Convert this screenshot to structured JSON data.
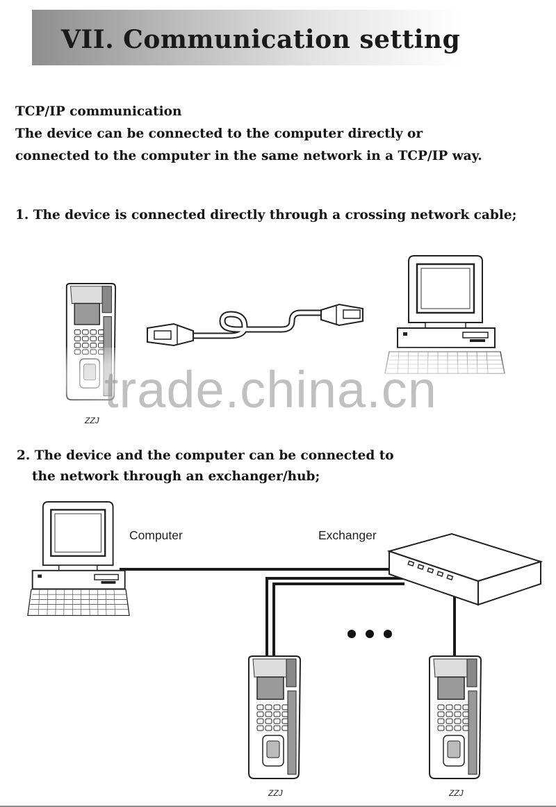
{
  "header": {
    "title": "VII. Communication setting"
  },
  "intro": {
    "heading": "TCP/IP communication",
    "line1": "The device can be connected to the computer directly or",
    "line2": "connected to the computer in the same network in a TCP/IP way."
  },
  "section1": {
    "title": "1. The device is connected directly through a crossing network cable;",
    "device_tag": "ZZJ"
  },
  "watermark": "trade.china.cn",
  "section2": {
    "title_line1": "2. The device and the computer can be connected to",
    "title_line2": "the network through an exchanger/hub;",
    "computer_label": "Computer",
    "exchanger_label": "Exchanger",
    "device_tag_left": "ZZJ",
    "device_tag_right": "ZZJ"
  }
}
